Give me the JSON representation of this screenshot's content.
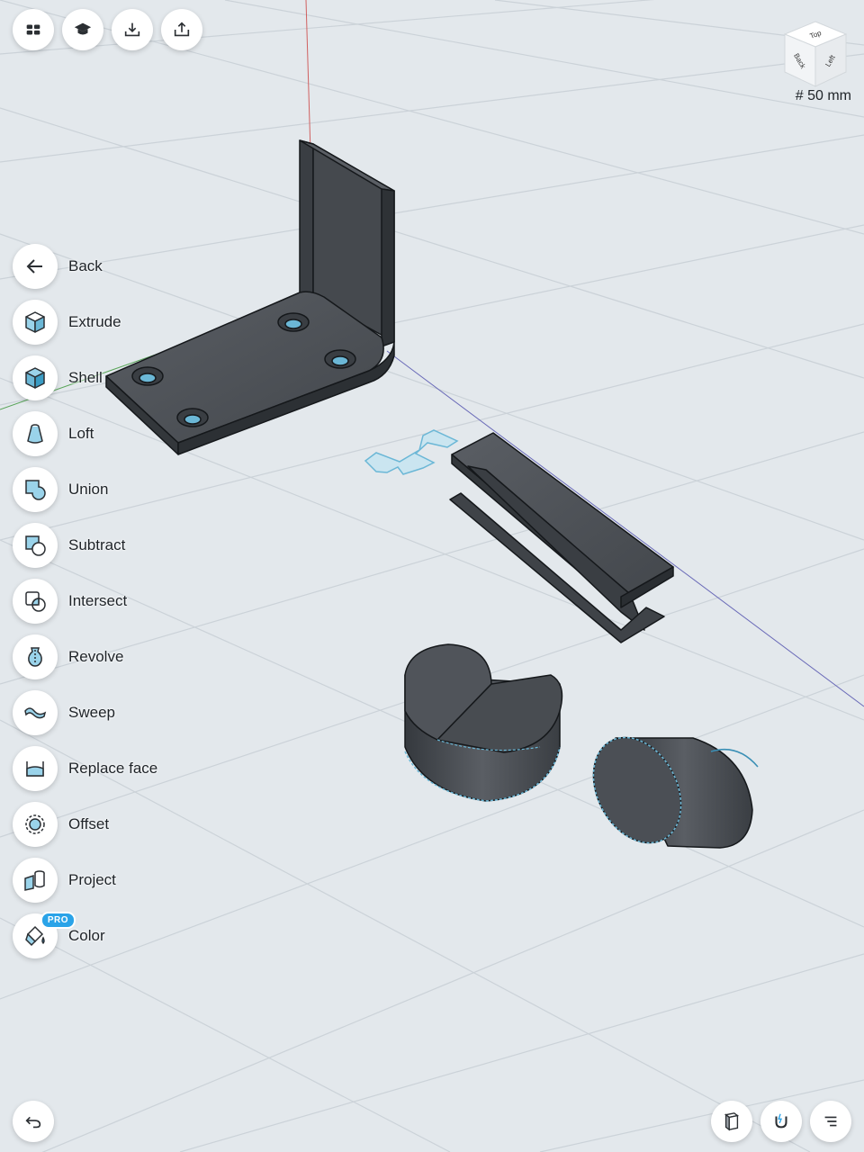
{
  "toolbar_top": {
    "icons": [
      "grid-icon",
      "learn-cap-icon",
      "import-icon",
      "export-icon"
    ]
  },
  "view_cube": {
    "faces": [
      "Top",
      "Back",
      "Left"
    ]
  },
  "grid": {
    "size_label": "# 50 mm"
  },
  "tools": [
    {
      "label": "Back",
      "icon": "arrow-left-icon"
    },
    {
      "label": "Extrude",
      "icon": "cube-extrude-icon"
    },
    {
      "label": "Shell",
      "icon": "cube-shell-icon"
    },
    {
      "label": "Loft",
      "icon": "loft-icon"
    },
    {
      "label": "Union",
      "icon": "union-icon"
    },
    {
      "label": "Subtract",
      "icon": "subtract-icon"
    },
    {
      "label": "Intersect",
      "icon": "intersect-icon"
    },
    {
      "label": "Revolve",
      "icon": "revolve-icon"
    },
    {
      "label": "Sweep",
      "icon": "sweep-icon"
    },
    {
      "label": "Replace face",
      "icon": "replace-face-icon"
    },
    {
      "label": "Offset",
      "icon": "offset-icon"
    },
    {
      "label": "Project",
      "icon": "project-icon"
    },
    {
      "label": "Color",
      "icon": "paint-bucket-icon",
      "badge": "PRO"
    }
  ],
  "bottom_left": {
    "icon": "undo-icon"
  },
  "bottom_right": {
    "icons": [
      "view-mode-icon",
      "snap-magnet-icon",
      "menu-icon"
    ]
  },
  "colors": {
    "background": "#e3e8ec",
    "grid_line": "#c9d0d6",
    "solid": "#4b4f55",
    "sketch": "#9ad3ea",
    "accent": "#2aa3e8"
  }
}
